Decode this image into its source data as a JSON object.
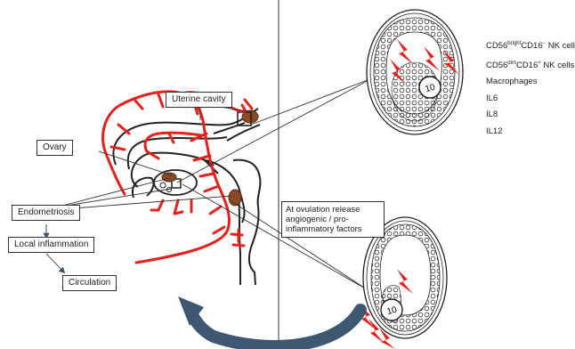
{
  "labels": {
    "uterine_cavity": "Uterine cavity",
    "ovary": "Ovary",
    "endometriosis": "Endometriosis",
    "local_inflammation": "Local inflammation",
    "circulation": "Circulation",
    "ovulation_release": "At ovulation release angiogenic / pro-inflammatory factors"
  },
  "follicle_labels": {
    "top": "10",
    "bottom": "10"
  },
  "legend": {
    "nk_bright": {
      "prefix": "CD56",
      "sup1": "bright",
      "mid": "CD16",
      "sup2": "−",
      "suffix": " NK cell"
    },
    "nk_dim": {
      "prefix": "CD56",
      "sup1": "dim",
      "mid": "CD16",
      "sup2": "+",
      "suffix": " NK cells"
    },
    "macrophages": "Macrophages",
    "il6": "IL6",
    "il8": "IL8",
    "il12": "IL12"
  },
  "colors": {
    "vessel": "#e8201c",
    "lesion": "#8b4a26",
    "arrow": "#3f5872",
    "outline": "#222222"
  }
}
